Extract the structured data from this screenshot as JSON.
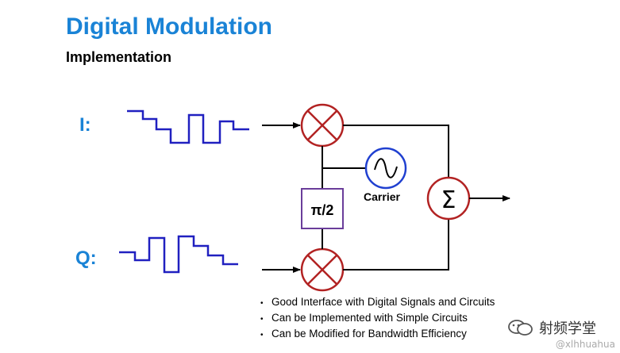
{
  "title": "Digital Modulation",
  "subtitle": "Implementation",
  "diagram": {
    "i_label": "I:",
    "q_label": "Q:",
    "phase_shift_label": "π/2",
    "carrier_label": "Carrier",
    "summer_symbol": "Σ",
    "colors": {
      "accent": "#1a83d6",
      "signal": "#2020c0",
      "mixer": "#b22222",
      "phase_box": "#6a3d9a",
      "carrier": "#2040d0"
    }
  },
  "bullets": [
    "Good Interface with Digital Signals and Circuits",
    "Can be Implemented with Simple Circuits",
    "Can be Modified for Bandwidth Efficiency"
  ],
  "watermark": {
    "icon": "wechat-icon",
    "text": "射频学堂"
  },
  "credit": "@xlhhuahua"
}
